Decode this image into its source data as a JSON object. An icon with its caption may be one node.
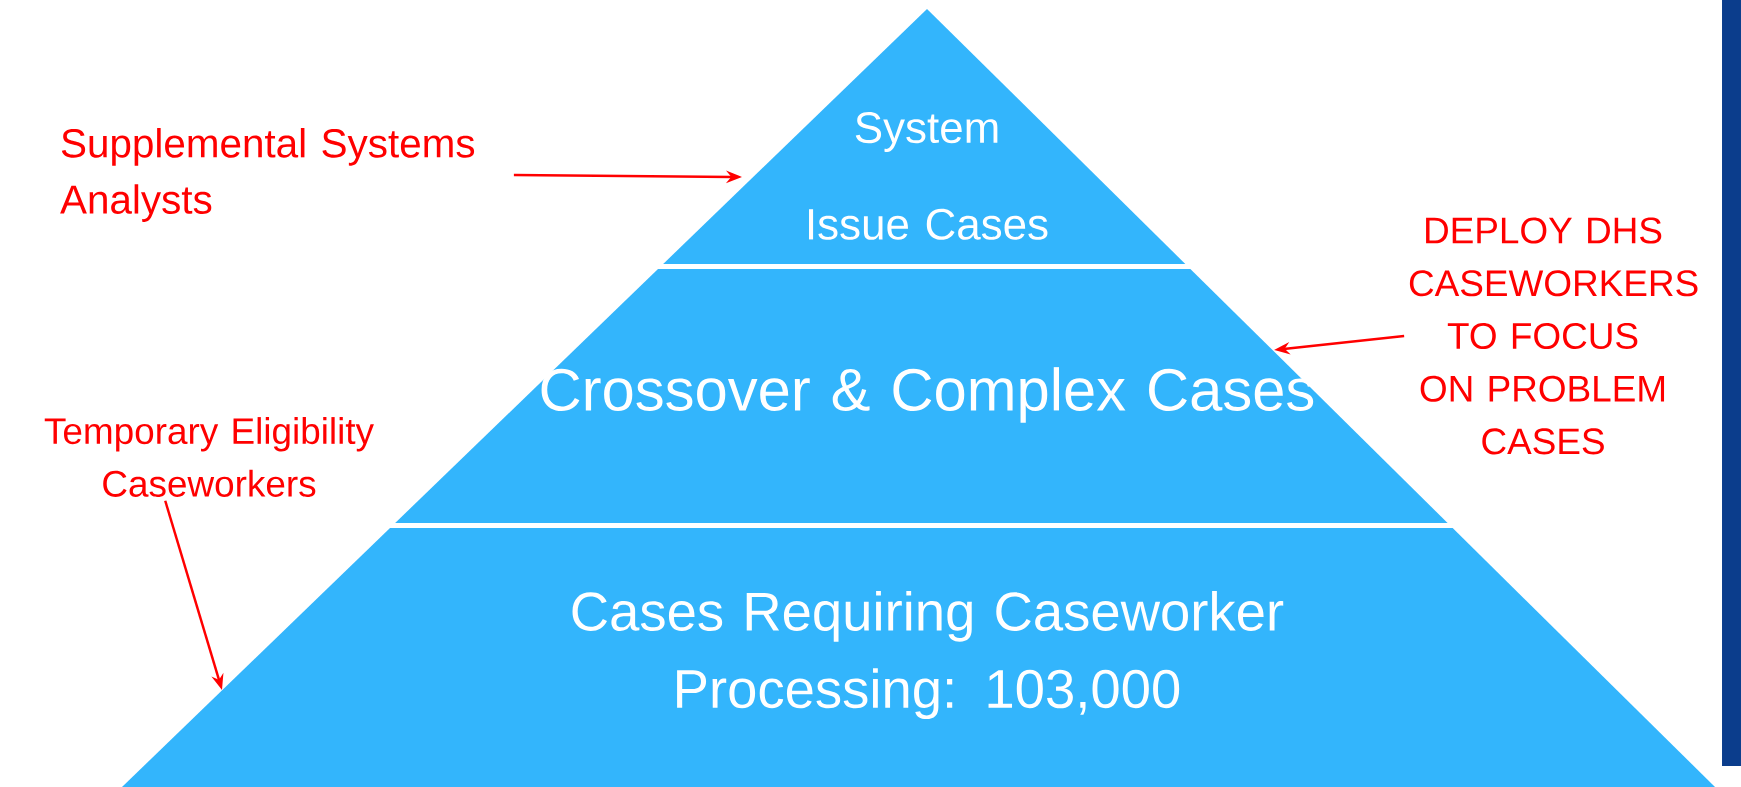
{
  "diagram": {
    "nodes": [
      {
        "text": [
          "Supplemental Systems Analysts"
        ]
      },
      {
        "text": [
          "System Issue Cases"
        ]
      },
      {
        "text": [
          "DEPLOY DHS CASEWORKERS TO FOCUS ON PROBLEM CASES"
        ]
      },
      {
        "text": [
          "Crossover & Complex Cases"
        ]
      },
      {
        "text": [
          "Temporary Eligibility Caseworkers"
        ]
      },
      {
        "text": [
          "Cases Requiring Caseworker Processing: 103,000"
        ]
      }
    ],
    "edges": [
      {
        "from": 0,
        "to": 1,
        "arrow": "to",
        "color": "#ff0000"
      },
      {
        "from": 2,
        "to": 3,
        "arrow": "to",
        "color": "#ff0000"
      },
      {
        "from": 4,
        "to": 5,
        "arrow": "to",
        "color": "#ff0000"
      }
    ]
  }
}
